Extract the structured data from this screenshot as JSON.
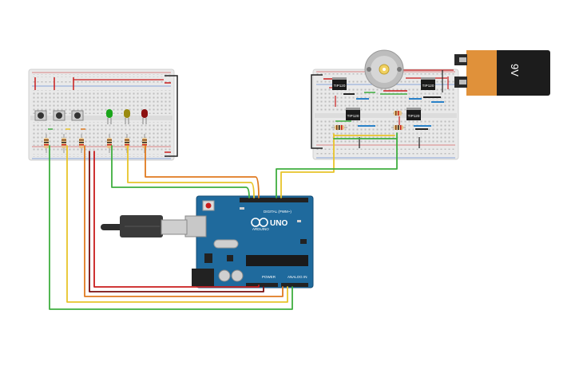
{
  "arduino": {
    "brand": "UNO",
    "logo_text": "ARDUINO",
    "digital_label": "DIGITAL (PWM~)",
    "power_label": "POWER",
    "analog_label": "ANALOG IN"
  },
  "battery": {
    "label": "9V",
    "body_color": "#1c1c1c",
    "cap_color": "#e0913a"
  },
  "breadboard_right": {
    "transistor_labels": [
      "TIP120",
      "TIP120",
      "TIP120",
      "TIP120"
    ]
  },
  "leds": {
    "colors": [
      "#1aa51a",
      "#9a8a10",
      "#8c1010"
    ]
  },
  "wires": {
    "green": "#3fae3f",
    "yellow": "#e8c42a",
    "orange": "#e07a1f",
    "red": "#c91c1c",
    "dark_red": "#7a0f0f",
    "black": "#222222"
  }
}
